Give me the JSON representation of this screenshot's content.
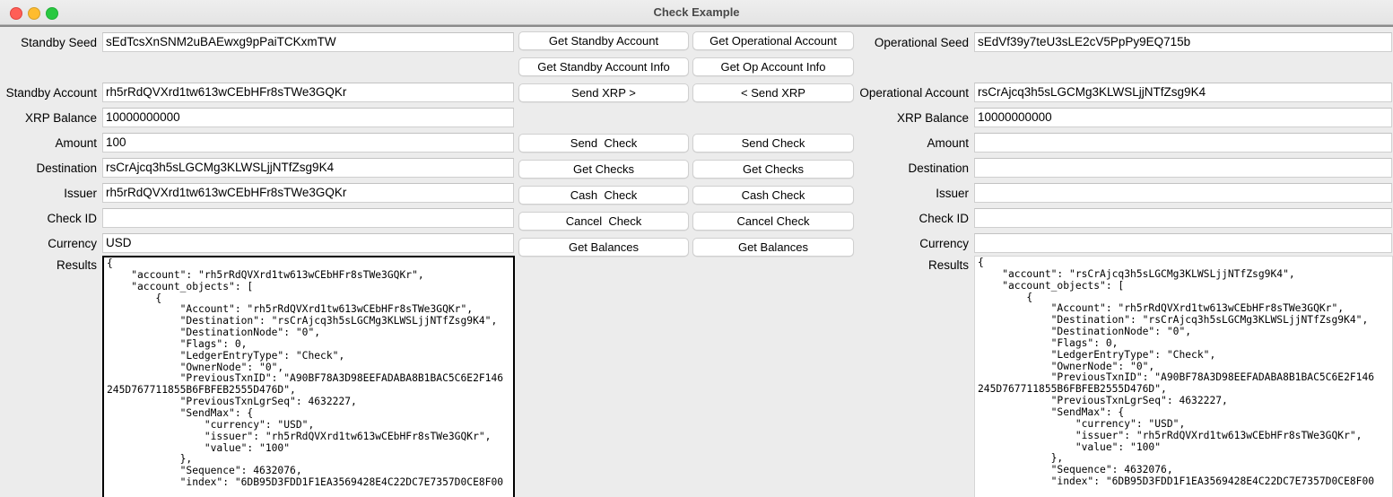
{
  "window": {
    "title": "Check Example",
    "controls": [
      "close",
      "minimize",
      "zoom"
    ]
  },
  "left_panel": {
    "labels": {
      "seed": "Standby Seed",
      "account": "Standby Account",
      "xrp_balance": "XRP Balance",
      "amount": "Amount",
      "destination": "Destination",
      "issuer": "Issuer",
      "check_id": "Check ID",
      "currency": "Currency",
      "results": "Results"
    },
    "values": {
      "seed": "sEdTcsXnSNM2uBAEwxg9pPaiTCKxmTW",
      "account": "rh5rRdQVXrd1tw613wCEbHFr8sTWe3GQKr",
      "xrp_balance": "10000000000",
      "amount": "100",
      "destination": "rsCrAjcq3h5sLGCMg3KLWSLjjNTfZsg9K4",
      "issuer": "rh5rRdQVXrd1tw613wCEbHFr8sTWe3GQKr",
      "check_id": "",
      "currency": "USD",
      "results": "{\n    \"account\": \"rh5rRdQVXrd1tw613wCEbHFr8sTWe3GQKr\",\n    \"account_objects\": [\n        {\n            \"Account\": \"rh5rRdQVXrd1tw613wCEbHFr8sTWe3GQKr\",\n            \"Destination\": \"rsCrAjcq3h5sLGCMg3KLWSLjjNTfZsg9K4\",\n            \"DestinationNode\": \"0\",\n            \"Flags\": 0,\n            \"LedgerEntryType\": \"Check\",\n            \"OwnerNode\": \"0\",\n            \"PreviousTxnID\": \"A90BF78A3D98EEFADABA8B1BAC5C6E2F146\n245D767711855B6FBFEB2555D476D\",\n            \"PreviousTxnLgrSeq\": 4632227,\n            \"SendMax\": {\n                \"currency\": \"USD\",\n                \"issuer\": \"rh5rRdQVXrd1tw613wCEbHFr8sTWe3GQKr\",\n                \"value\": \"100\"\n            },\n            \"Sequence\": 4632076,\n            \"index\": \"6DB95D3FDD1F1EA3569428E4C22DC7E7357D0CE8F00"
    }
  },
  "right_panel": {
    "labels": {
      "seed": "Operational Seed",
      "account": "Operational Account",
      "xrp_balance": "XRP Balance",
      "amount": "Amount",
      "destination": "Destination",
      "issuer": "Issuer",
      "check_id": "Check ID",
      "currency": "Currency",
      "results": "Results"
    },
    "values": {
      "seed": "sEdVf39y7teU3sLE2cV5PpPy9EQ715b",
      "account": "rsCrAjcq3h5sLGCMg3KLWSLjjNTfZsg9K4",
      "xrp_balance": "10000000000",
      "amount": "",
      "destination": "",
      "issuer": "",
      "check_id": "",
      "currency": "",
      "results": "{\n    \"account\": \"rsCrAjcq3h5sLGCMg3KLWSLjjNTfZsg9K4\",\n    \"account_objects\": [\n        {\n            \"Account\": \"rh5rRdQVXrd1tw613wCEbHFr8sTWe3GQKr\",\n            \"Destination\": \"rsCrAjcq3h5sLGCMg3KLWSLjjNTfZsg9K4\",\n            \"DestinationNode\": \"0\",\n            \"Flags\": 0,\n            \"LedgerEntryType\": \"Check\",\n            \"OwnerNode\": \"0\",\n            \"PreviousTxnID\": \"A90BF78A3D98EEFADABA8B1BAC5C6E2F146\n245D767711855B6FBFEB2555D476D\",\n            \"PreviousTxnLgrSeq\": 4632227,\n            \"SendMax\": {\n                \"currency\": \"USD\",\n                \"issuer\": \"rh5rRdQVXrd1tw613wCEbHFr8sTWe3GQKr\",\n                \"value\": \"100\"\n            },\n            \"Sequence\": 4632076,\n            \"index\": \"6DB95D3FDD1F1EA3569428E4C22DC7E7357D0CE8F00"
    }
  },
  "buttons": {
    "left_column": [
      "Get Standby Account",
      "Get Standby Account Info",
      "Send XRP >",
      "Send  Check",
      "Get Checks",
      "Cash  Check",
      "Cancel  Check",
      "Get Balances"
    ],
    "right_column": [
      "Get Operational Account",
      "Get Op Account Info",
      "< Send XRP",
      "Send Check",
      "Get Checks",
      "Cash Check",
      "Cancel Check",
      "Get Balances"
    ]
  },
  "colors": {
    "window_background": "#ececec",
    "field_background": "#ffffff",
    "button_background": "#ffffff",
    "focus_border": "#000000",
    "title_text": "#4a4a4a"
  }
}
